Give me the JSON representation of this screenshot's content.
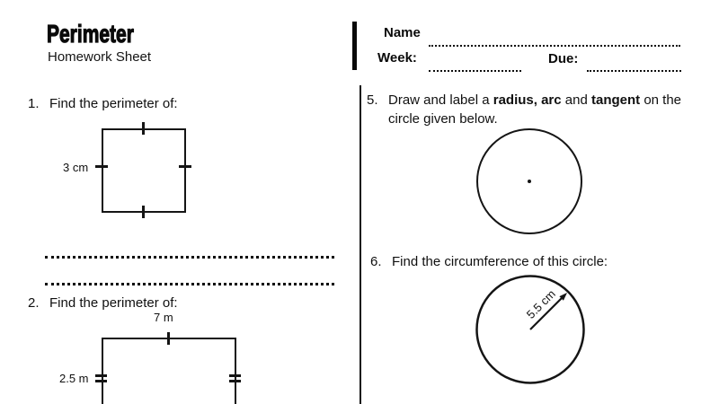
{
  "header": {
    "title": "Perimeter",
    "subtitle": "Homework Sheet"
  },
  "name_block": {
    "name_label": "Name",
    "week_label": "Week:",
    "due_label": "Due:"
  },
  "problem1": {
    "number": "1.",
    "prompt": "Find the perimeter of:",
    "side_label": "3 cm"
  },
  "problem2": {
    "number": "2.",
    "prompt": "Find the perimeter of:",
    "top_label": "7 m",
    "side_label": "2.5 m"
  },
  "problem5": {
    "number": "5.",
    "prompt_lead": "Draw and label a ",
    "prompt_bold1": "radius, arc",
    "prompt_mid": " and ",
    "prompt_bold2": "tangent",
    "prompt_tail": " on the circle given below."
  },
  "problem6": {
    "number": "6.",
    "prompt": "Find the circumference of this circle:",
    "radius_label": "5.5 cm"
  },
  "colors": {
    "ink": "#111111",
    "paper": "#ffffff"
  }
}
